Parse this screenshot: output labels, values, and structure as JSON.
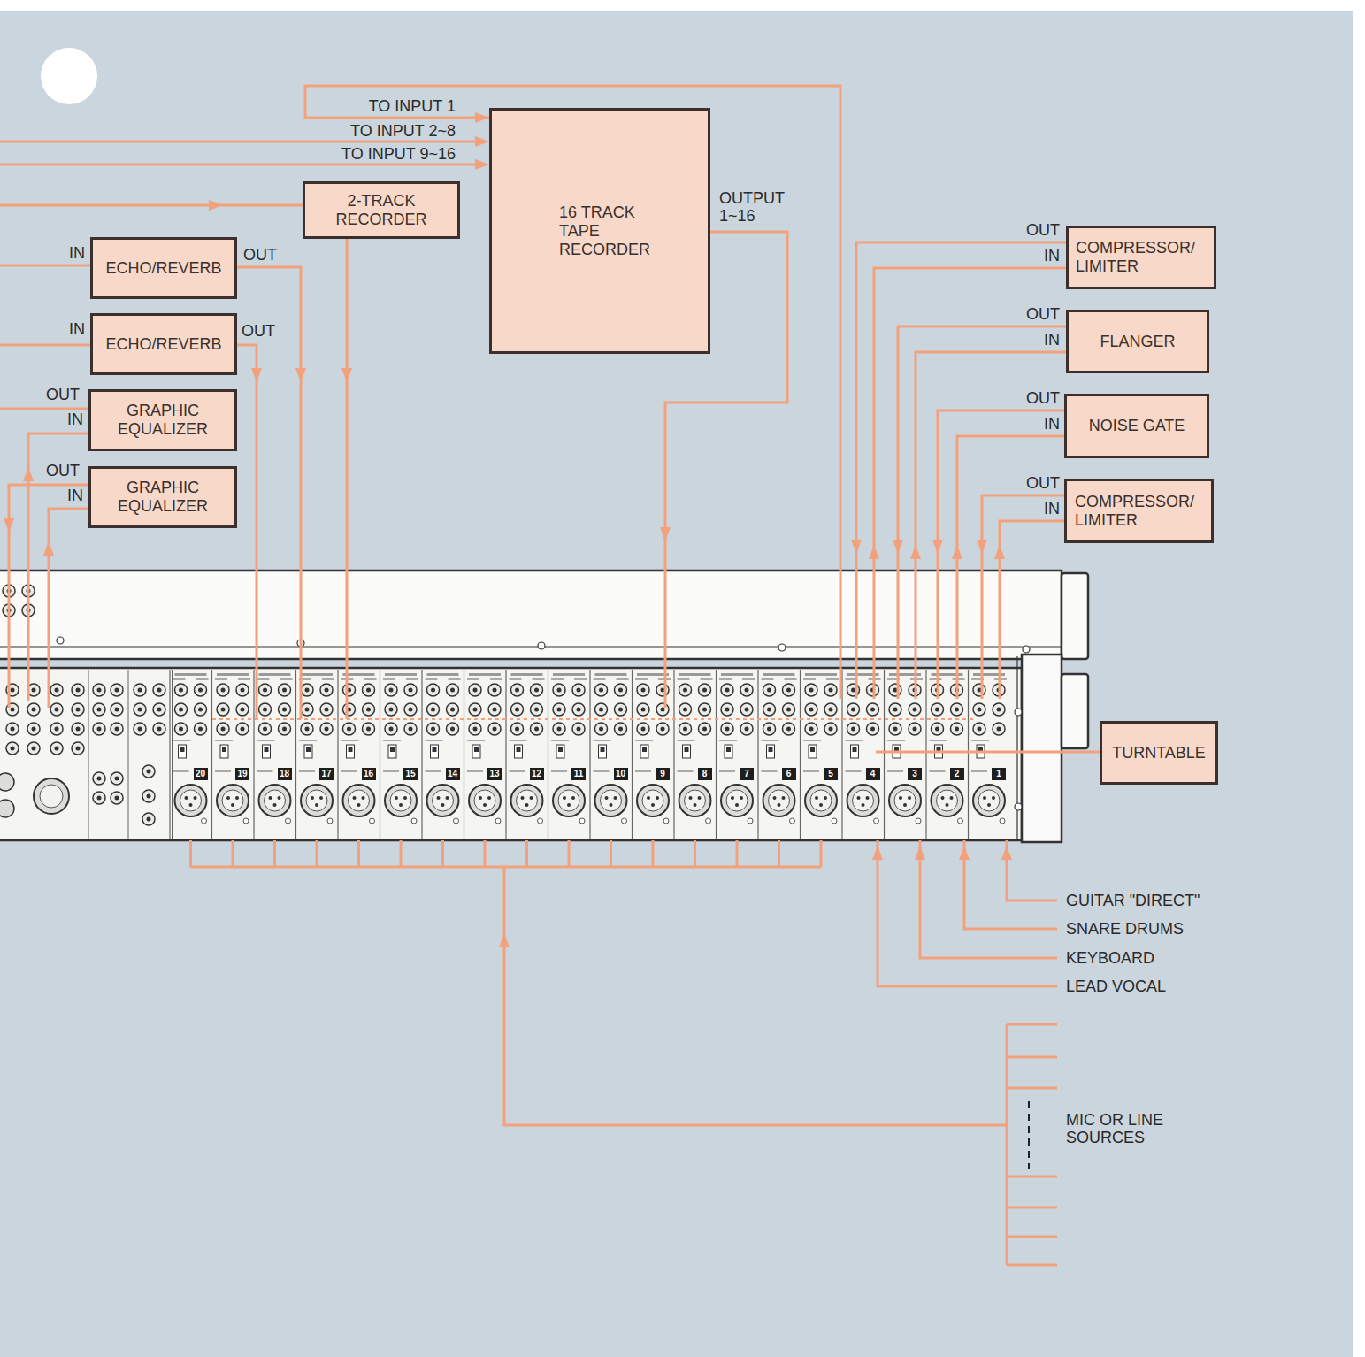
{
  "diagram": {
    "nodes": [
      {
        "text": [
          "16 TRACK TAPE RECORDER"
        ]
      },
      {
        "text": [
          "2-TRACK RECORDER"
        ]
      },
      {
        "text": [
          "COMPRESSOR/ LIMITER"
        ]
      },
      {
        "text": [
          "ECHO/REVERB"
        ]
      },
      {
        "text": [
          "FLANGER"
        ]
      },
      {
        "text": [
          "ECHO/REVERB"
        ]
      },
      {
        "text": [
          "GRAPHIC EQUALIZER"
        ]
      },
      {
        "text": [
          "NOISE GATE"
        ]
      },
      {
        "text": [
          "GRAPHIC EQUALIZER"
        ]
      },
      {
        "text": [
          "COMPRESSOR/ LIMITER"
        ]
      },
      {
        "text": [
          "20",
          "19",
          "18",
          "17",
          "16",
          "15",
          "14",
          "13",
          "12",
          "11",
          "10",
          "9",
          "8",
          "7",
          "6",
          "5",
          "4",
          "3",
          "2",
          "1"
        ]
      },
      {
        "text": [
          "TURNTABLE"
        ]
      }
    ],
    "edges": [
      {
        "from": 10,
        "to": 0,
        "arrow": "to",
        "label": "TO INPUT 1"
      },
      {
        "from": 0,
        "to": 10,
        "arrow": "to",
        "label": "OUTPUT 1~16"
      },
      {
        "from": 1,
        "to": 10,
        "arrow": "to"
      },
      {
        "from": 3,
        "to": 10,
        "arrow": "to"
      },
      {
        "from": 5,
        "to": 10,
        "arrow": "to"
      },
      {
        "from": 10,
        "to": 6,
        "arrow": "to"
      },
      {
        "from": 10,
        "to": 8,
        "arrow": "to"
      },
      {
        "from": 8,
        "to": 10,
        "arrow": "to"
      },
      {
        "from": 2,
        "to": 10,
        "arrow": "to"
      },
      {
        "from": 10,
        "to": 2,
        "arrow": "to"
      },
      {
        "from": 4,
        "to": 10,
        "arrow": "to"
      },
      {
        "from": 10,
        "to": 4,
        "arrow": "to"
      },
      {
        "from": 7,
        "to": 10,
        "arrow": "to"
      },
      {
        "from": 10,
        "to": 7,
        "arrow": "to"
      },
      {
        "from": 9,
        "to": 10,
        "arrow": "to"
      },
      {
        "from": 10,
        "to": 9,
        "arrow": "to"
      },
      {
        "from": 11,
        "to": 10,
        "arrow": "none"
      }
    ],
    "labels": [
      "TO INPUT 2~8",
      "TO INPUT 9~16",
      "IN",
      "OUT",
      "OUT",
      "IN",
      "IN",
      "OUT",
      "OUT",
      "IN",
      "OUT",
      "IN",
      "OUT",
      "IN",
      "OUT",
      "IN",
      "OUT",
      "IN",
      "GUITAR \"DIRECT\"",
      "SNARE DRUMS",
      "KEYBOARD",
      "LEAD VOCAL",
      "MIC OR LINE SOURCES"
    ]
  }
}
